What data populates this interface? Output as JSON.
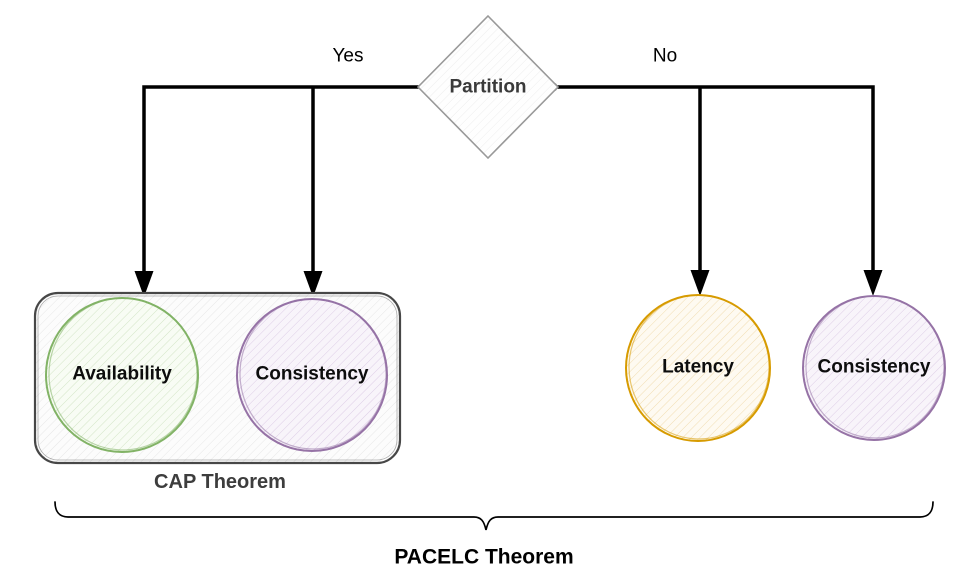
{
  "diagram_title": "PACELC Theorem",
  "decision": {
    "label": "Partition"
  },
  "branches": {
    "yes": "Yes",
    "no": "No"
  },
  "cap_group": {
    "label": "CAP Theorem",
    "nodes": [
      {
        "label": "Availability",
        "color": "#82b366"
      },
      {
        "label": "Consistency",
        "color": "#9673a6"
      }
    ]
  },
  "else_group": {
    "nodes": [
      {
        "label": "Latency",
        "color": "#d79b00"
      },
      {
        "label": "Consistency",
        "color": "#9673a6"
      }
    ]
  },
  "brace": {
    "label": "PACELC Theorem"
  },
  "colors": {
    "connector": "#000000",
    "box_border": "#474747",
    "diamond_border": "#999999",
    "green": "#82b366",
    "purple": "#9673a6",
    "orange": "#d79b00"
  }
}
